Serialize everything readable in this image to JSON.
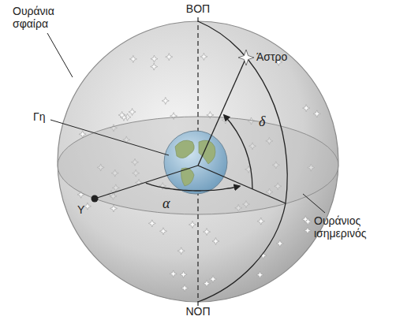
{
  "diagram": {
    "labels": [
      "Ουράνια σφαίρα",
      "ΒΟΠ",
      "Γη",
      "Άστρο",
      "δ",
      "α",
      "Υ",
      "Ουράνιος ισημερινός",
      "ΝΟΠ"
    ]
  }
}
